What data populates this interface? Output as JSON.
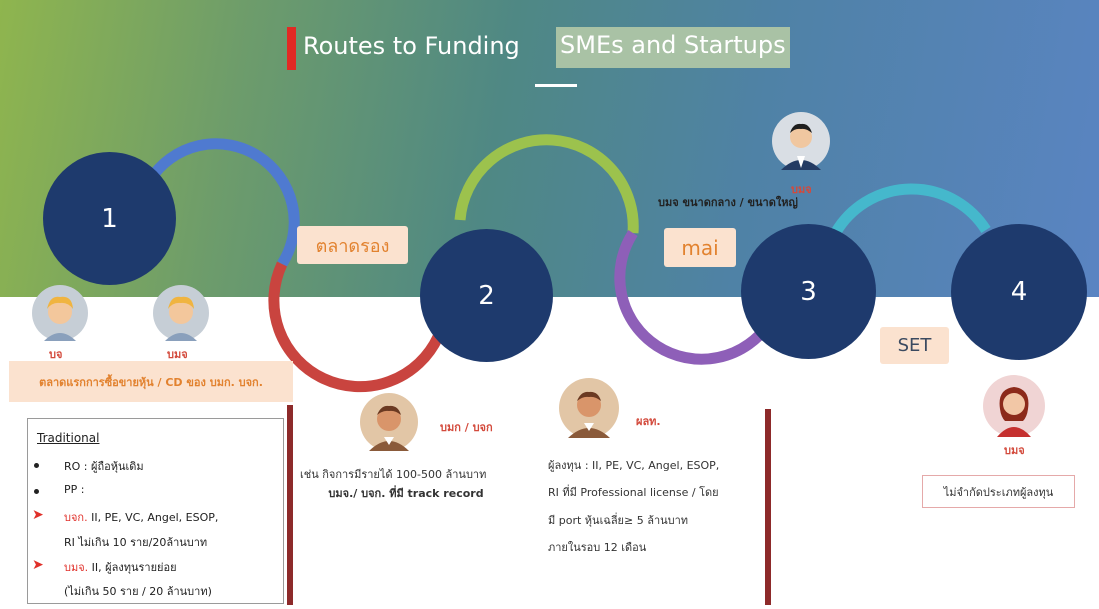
{
  "title": {
    "part1": "Routes to Funding",
    "part2": "SMEs and Startups"
  },
  "steps": [
    "1",
    "2",
    "3",
    "4"
  ],
  "tags": {
    "secondary_market": "ตลาดรอง",
    "mai": "mai",
    "set": "SET"
  },
  "avatars": {
    "left1_label": "บจ",
    "left2_label": "บมจ",
    "mid_label": "บมก / บจก",
    "venture_label": "ผลท.",
    "ceo_label": "บมจ",
    "ceo_caption": "บมจ ขนาดกลาง / ขนาดใหญ่",
    "woman_label": "บมจ"
  },
  "primary_market": "ตลาดแรกการซื้อขายหุ้น / CD ของ บมก. บจก.",
  "traditional": {
    "title": "Traditional",
    "rows": [
      {
        "marker": "dot",
        "text": "RO : ผู้ถือหุ้นเดิม"
      },
      {
        "marker": "dot",
        "text": "PP :"
      },
      {
        "marker": "arrow",
        "prefix": "บจก.",
        "text": " II, PE, VC, Angel, ESOP,"
      },
      {
        "marker": "none",
        "text": "RI ไม่เกิน 10 ราย/20ล้านบาท"
      },
      {
        "marker": "arrow",
        "prefix": "บมจ.",
        "text": " II, ผู้ลงทุนรายย่อย"
      },
      {
        "marker": "none",
        "text": "(ไม่เกิน 50 ราย / 20 ล้านบาท)"
      }
    ]
  },
  "mid_block": {
    "line1": "เช่น กิจการมีรายได้ 100-500 ล้านบาท",
    "line2": "บมจ./ บจก. ที่มี track record"
  },
  "right_block": {
    "line1": "ผู้ลงทุน : II, PE, VC, Angel, ESOP,",
    "line2": "RI ที่มี Professional license / โดย",
    "line3": "มี port     หุ้นเฉลี่ย≥ 5 ล้านบาท",
    "line4": "ภายในรอบ 12 เดือน"
  },
  "no_limit": "ไม่จำกัดประเภทผู้ลงทุน",
  "colors": {
    "circle": "#1e3a6d",
    "arc_blue": "#4f7ad0",
    "arc_red": "#c9443f",
    "arc_green": "#9cc24d",
    "arc_purple": "#8e5fb8",
    "arc_cyan": "#45b8cc",
    "accent_red": "#e12a24",
    "tag_bg": "#fbe2cf",
    "tag_text": "#e2822f"
  }
}
